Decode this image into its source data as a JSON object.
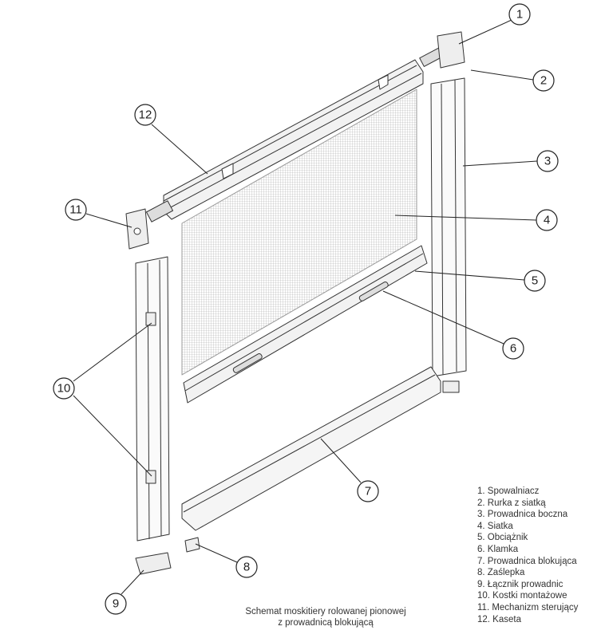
{
  "title": "Schemat moskitiery rolowanej pionowej",
  "subtitle": "z prowadnicą blokującą",
  "callouts": [
    "1",
    "2",
    "3",
    "4",
    "5",
    "6",
    "7",
    "8",
    "9",
    "10",
    "11",
    "12"
  ],
  "legend": [
    "1.  Spowalniacz",
    "2.  Rurka z siatką",
    "3.  Prowadnica boczna",
    "4.  Siatka",
    "5.  Obciążnik",
    "6.  Klamka",
    "7.  Prowadnica blokująca",
    "8.  Zaślepka",
    "9.  Łącznik prowadnic",
    "10. Kostki montażowe",
    "11.  Mechanizm sterujący",
    "12. Kaseta"
  ]
}
